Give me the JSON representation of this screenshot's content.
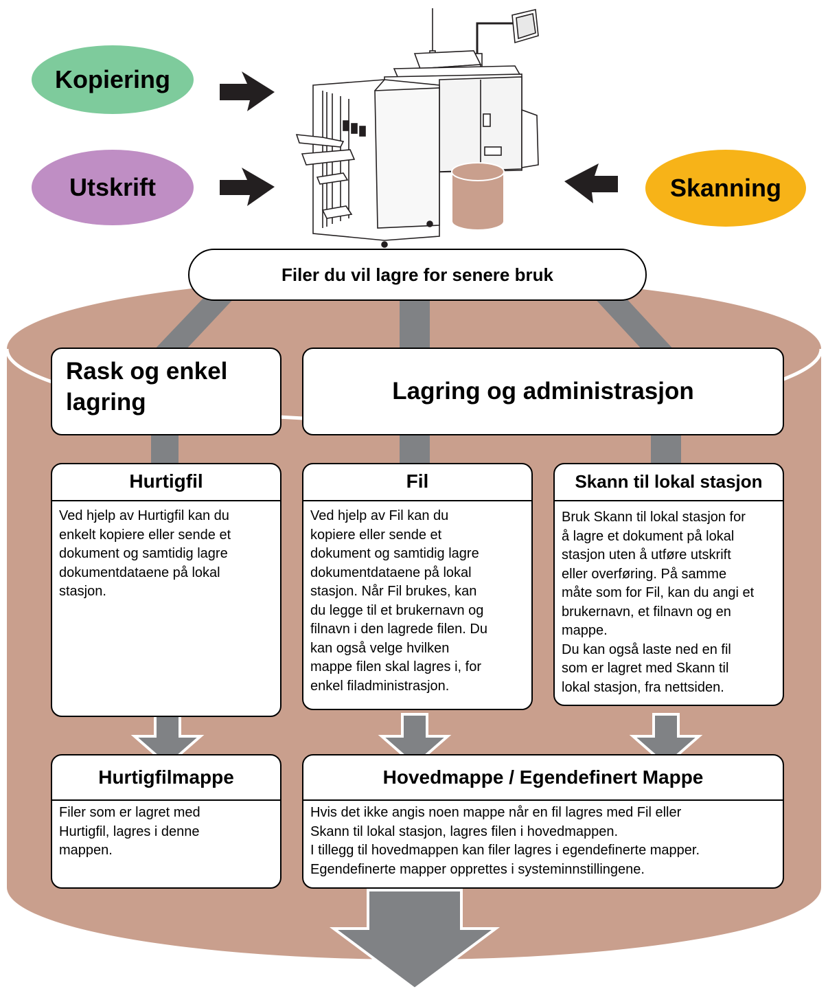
{
  "colors": {
    "cylinder": "#c99f8d",
    "pipe": "#808285",
    "arrow_dark": "#231f20",
    "copy_oval": "#7ecb9c",
    "print_oval": "#bf8ec4",
    "scan_oval": "#f7b318",
    "disk": "#c99f8d",
    "border": "#000000"
  },
  "inputs": {
    "copy": "Kopiering",
    "print": "Utskrift",
    "scan": "Skanning"
  },
  "top_box": "Filer du vil lagre for senere bruk",
  "category": {
    "quick": "Rask og enkel\nlagring",
    "manage": "Lagring og administrasjon"
  },
  "modes": [
    {
      "title": "Hurtigfil",
      "body": "Ved hjelp av Hurtigfil kan du\nenkelt kopiere eller sende et\ndokument og samtidig lagre\ndokumentdataene på lokal\nstasjon."
    },
    {
      "title": "Fil",
      "body": "Ved hjelp av Fil kan du\nkopiere eller sende et\ndokument og samtidig lagre\ndokumentdataene på lokal\nstasjon. Når Fil brukes, kan\ndu legge til et brukernavn og\nfilnavn i den lagrede filen. Du\nkan også velge hvilken\nmappe filen skal lagres i, for\nenkel filadministrasjon."
    },
    {
      "title": "Skann til lokal stasjon",
      "body": "Bruk Skann til lokal stasjon for\nå lagre et dokument på lokal\nstasjon uten å utføre utskrift\neller overføring. På samme\nmåte som for Fil, kan du angi et\nbrukernavn, et filnavn og en\nmappe.\nDu kan også laste ned en fil\nsom er lagret med Skann til\nlokal stasjon, fra nettsiden."
    }
  ],
  "folders": [
    {
      "title": "Hurtigfilmappe",
      "body": "Filer som er lagret med\nHurtigfil, lagres i denne\nmappen."
    },
    {
      "title": "Hovedmappe / Egendefinert Mappe",
      "body": "Hvis det ikke angis noen mappe når en fil lagres med Fil eller\nSkann til lokal stasjon, lagres filen i hovedmappen.\nI tillegg til hovedmappen kan filer lagres i egendefinerte mapper.\nEgendefinerte mapper opprettes i systeminnstillingene."
    }
  ]
}
